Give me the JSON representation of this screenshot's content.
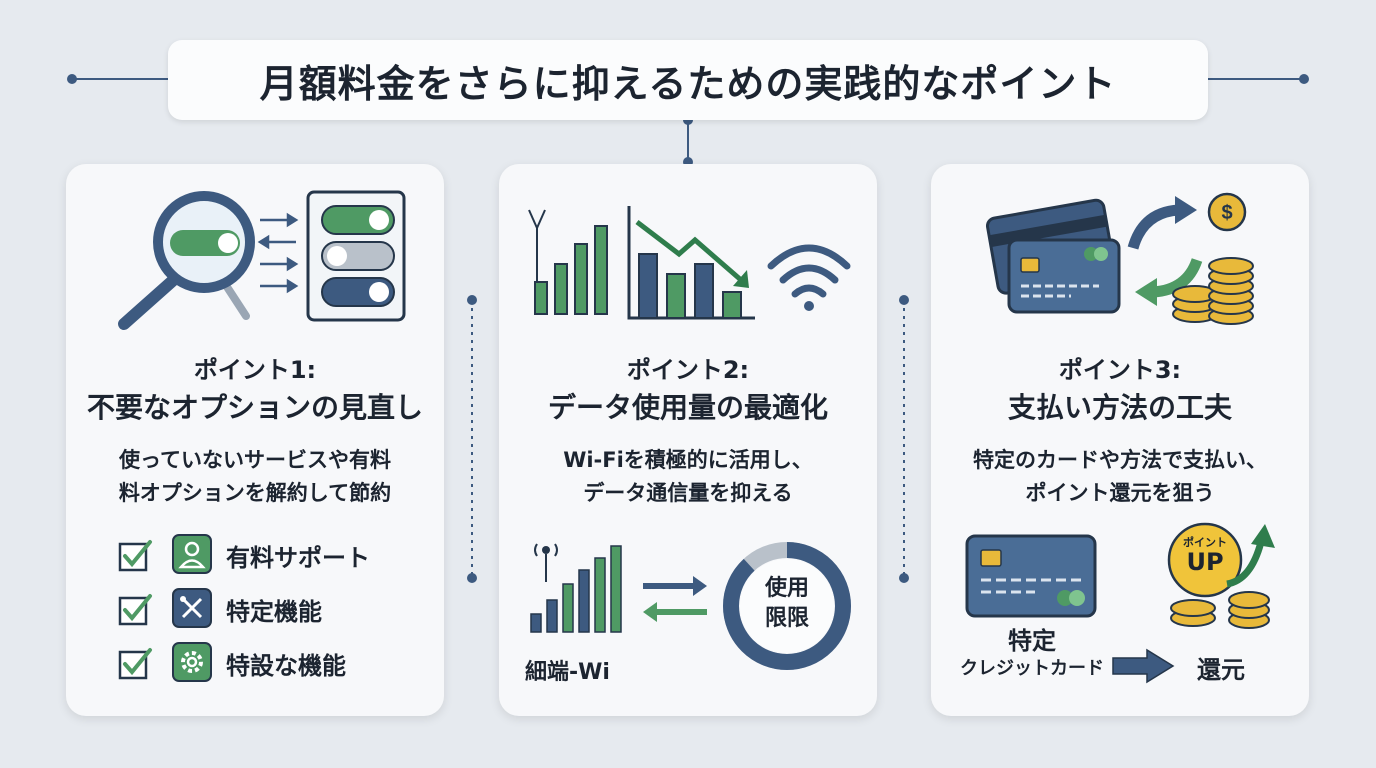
{
  "title": "月額料金をさらに抑えるための実践的なポイント",
  "cards": [
    {
      "heading": "ポイント1:",
      "subheading": "不要なオプションの見直し",
      "description_line1": "使っていないサービスや有料",
      "description_line2": "料オプションを解約して節約",
      "checklist": [
        {
          "label": "有料サポート",
          "icon": "person-icon"
        },
        {
          "label": "特定機能",
          "icon": "tools-icon"
        },
        {
          "label": "特設な機能",
          "icon": "gear-icon"
        }
      ]
    },
    {
      "heading": "ポイント2:",
      "subheading": "データ使用量の最適化",
      "description_line1": "Wi-Fiを積極的に活用し、",
      "description_line2": "データ通信量を抑える",
      "signal_label": "細端-Wi",
      "usage_label_line1": "使用",
      "usage_label_line2": "限限"
    },
    {
      "heading": "ポイント3:",
      "subheading": "支払い方法の工夫",
      "description_line1": "特定のカードや方法で支払い、",
      "description_line2": "ポイント還元を狙う",
      "card_label_line1": "特定",
      "card_label_line2": "クレジットカード",
      "return_label": "還元",
      "badge_small": "ポイント",
      "badge_big": "UP"
    }
  ],
  "colors": {
    "navy": "#3d5a80",
    "green": "#4f9a64",
    "gold": "#e8b93a",
    "outline": "#25364a"
  }
}
